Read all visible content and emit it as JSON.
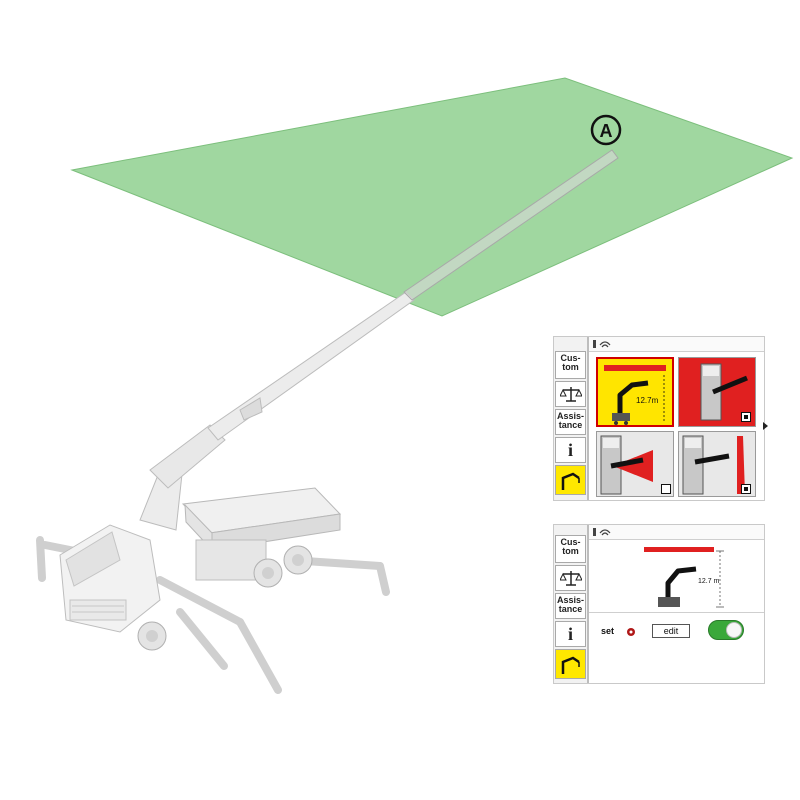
{
  "marker": {
    "label": "A"
  },
  "panel_top": {
    "sidebar": {
      "custom_label_1": "Cus-",
      "custom_label_2": "tom",
      "scale_icon": "scale-icon",
      "assistance_label_1": "Assis-",
      "assistance_label_2": "tance",
      "info_label": "i",
      "crane_icon": "crane-icon"
    },
    "tiles": [
      {
        "kind": "height-limit",
        "value_label": "12.7m",
        "selected": true
      },
      {
        "kind": "slew-right",
        "checked": true
      },
      {
        "kind": "slew-left",
        "checked": false
      },
      {
        "kind": "slew-right-wall",
        "checked": true
      }
    ]
  },
  "panel_bottom": {
    "sidebar": {
      "custom_label_1": "Cus-",
      "custom_label_2": "tom",
      "assistance_label_1": "Assis-",
      "assistance_label_2": "tance",
      "info_label": "i"
    },
    "height_label": "12.7 m",
    "set_label": "set",
    "edit_label": "edit",
    "toggle_on": true
  },
  "colors": {
    "zone_green": "#8fd08f",
    "selected_yellow": "#ffe500",
    "limit_red": "#e02020",
    "toggle_green": "#3aa83a"
  }
}
